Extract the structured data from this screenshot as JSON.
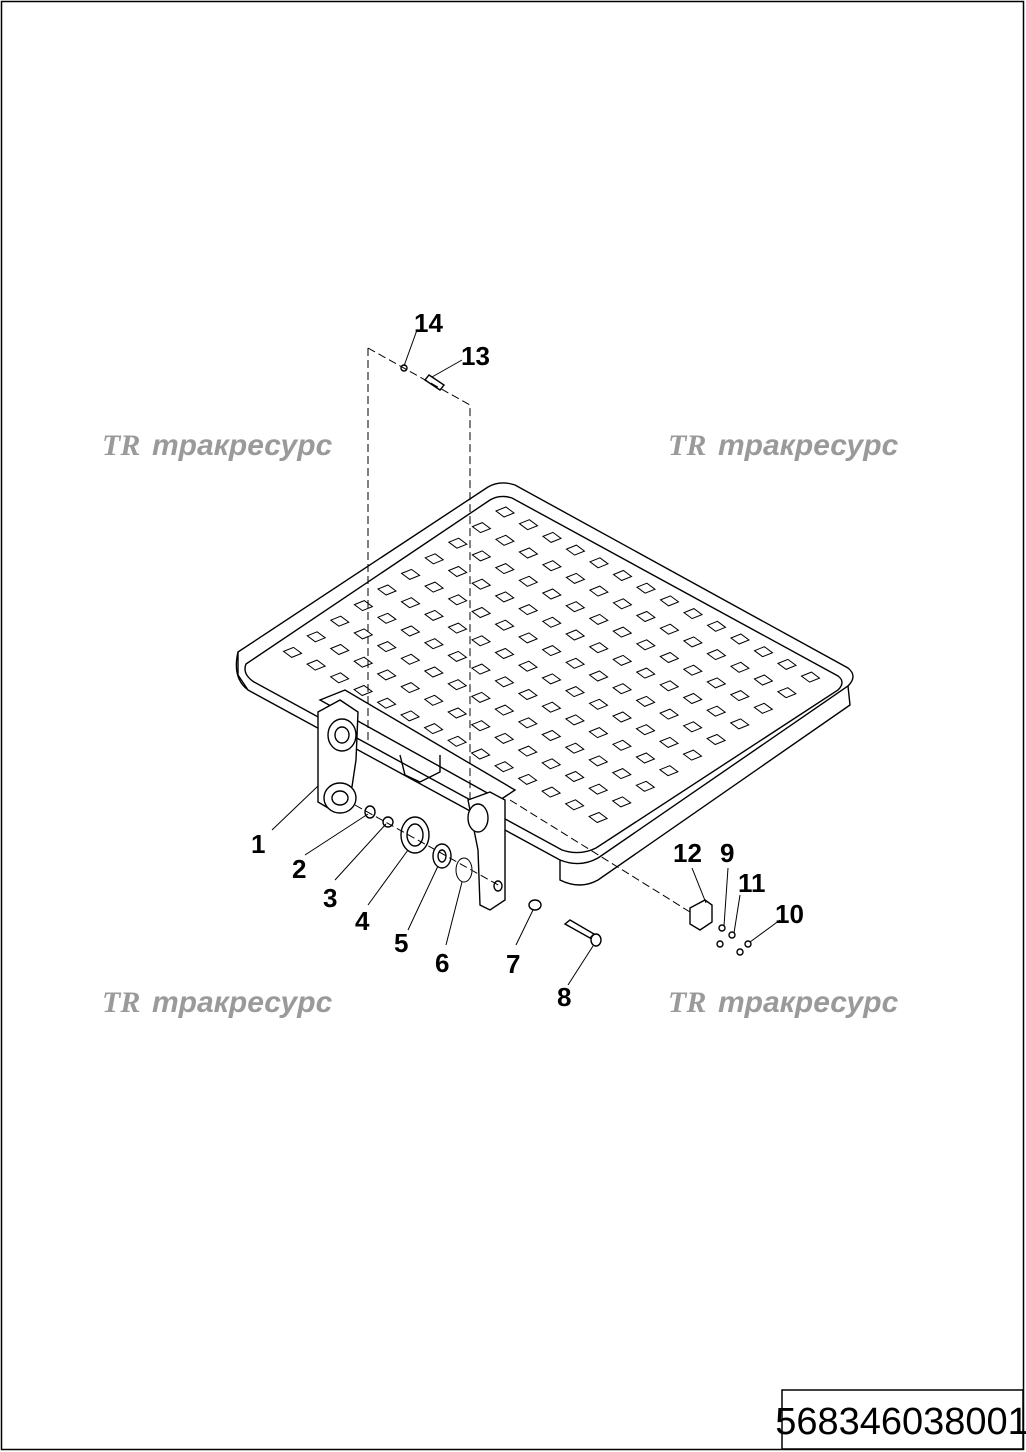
{
  "watermark": {
    "logo": "TR",
    "text": "тракресурс"
  },
  "callouts": {
    "c1": "1",
    "c2": "2",
    "c3": "3",
    "c4": "4",
    "c5": "5",
    "c6": "6",
    "c7": "7",
    "c8": "8",
    "c9": "9",
    "c10": "10",
    "c11": "11",
    "c12": "12",
    "c13": "13",
    "c14": "14"
  },
  "title_block": {
    "document_number": "568346038001"
  }
}
